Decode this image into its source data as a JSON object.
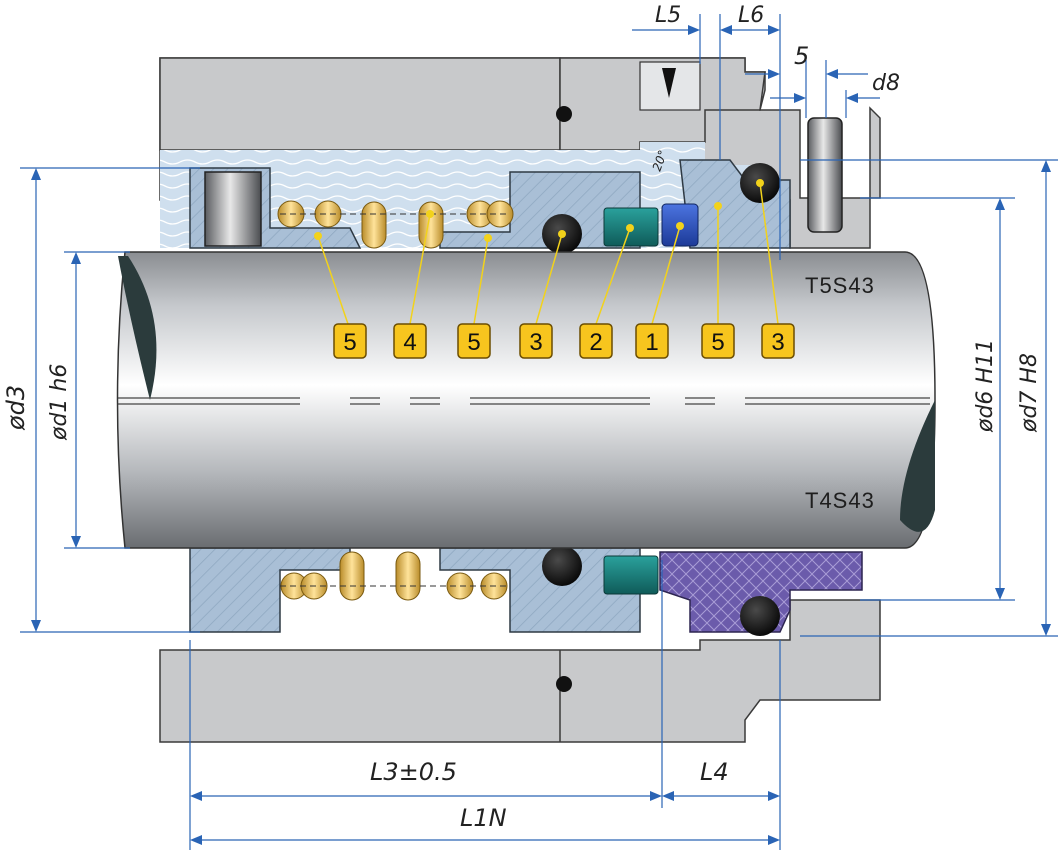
{
  "dimensions": {
    "L5": "L5",
    "L6": "L6",
    "five": "5",
    "d8": "d8",
    "d3": "ød3",
    "d1": "ød1 h6",
    "d6": "ød6 H11",
    "d7": "ød7 H8",
    "L3": "L3±0.5",
    "L4": "L4",
    "L1N": "L1N",
    "angle": "20°"
  },
  "models": {
    "top": "T5S43",
    "bottom": "T4S43"
  },
  "badges": [
    "5",
    "4",
    "5",
    "3",
    "2",
    "1",
    "5",
    "3"
  ],
  "colors": {
    "housing": "#c8c9cb",
    "seal_blue": "#9fb7cf",
    "badge": "#f7c51e",
    "spring": "#e9c060",
    "dim_lines": "#2a64b5",
    "oring": "#111111",
    "teal_seal": "#1a7a78",
    "blue_ring": "#2a52c9",
    "carbon_ring": "#6b5bab"
  }
}
